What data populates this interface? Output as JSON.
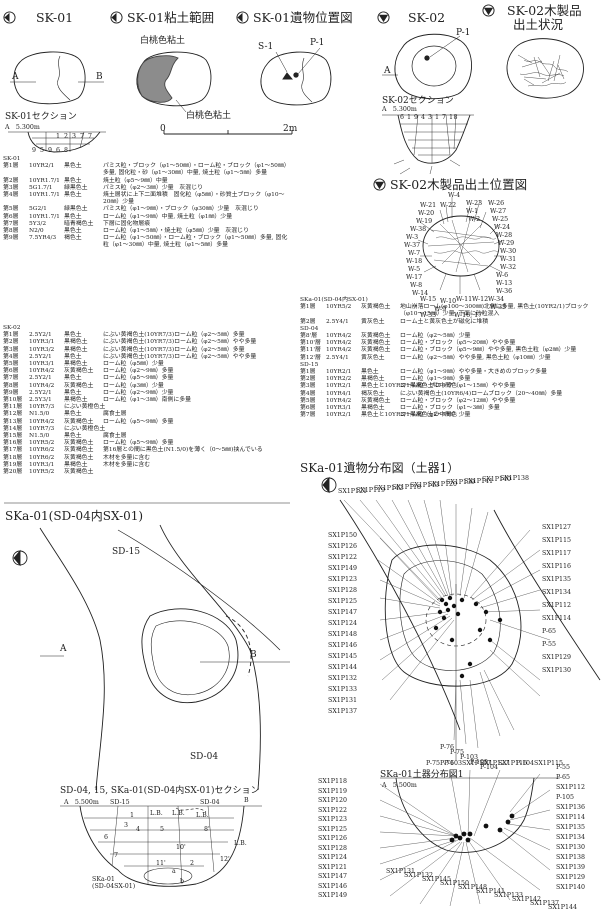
{
  "top": {
    "sk01_title": "SK-01",
    "sk01_clay_title": "SK-01粘土範囲",
    "sk01_artifact_title": "SK-01遺物位置図",
    "sk02_title": "SK-02",
    "sk02_wood_title_1": "SK-02木製品",
    "sk02_wood_title_2": "出土状況",
    "clay_label_top": "白桃色粘土",
    "clay_label_bottom": "白桃色粘土",
    "sk01_section_title": "SK-01セクション",
    "sk01_section_level": "A　5.300m",
    "sk02_section_title": "SK-02セクション",
    "sk02_section_level": "A　5.300m",
    "label_A": "A",
    "label_B": "B",
    "label_S1": "S-1",
    "label_P1": "P-1",
    "label_P1_sk02": "P-1",
    "scale_0": "0",
    "scale_2m": "2m",
    "sk02_wood_pos_title": "SK-02木製品出土位置図"
  },
  "sk01_section_numbers": "1  2  3 7 7",
  "sk01_section_numbers_2": "9  5  9  6  8",
  "sk02_section_numbers": "6  1 9 4  3  1  7 18",
  "sk01_table": {
    "heading": "SK-01",
    "rows": [
      [
        "第1層",
        "10YR2/1",
        "黒色土",
        "パミス粒・ブロック（φ1〜50㎜）・ローム粒・ブロック（φ1〜50㎜）多量, 固化粒・砂（φ1〜30㎜）中量, 焼土粒（φ1〜5㎜）多量"
      ],
      [
        "第2層",
        "10YR1.7/1",
        "黒色土",
        "焼土粒（φ5〜9㎜）中量"
      ],
      [
        "第3層",
        "5G1.7/1",
        "緑黒色土",
        "パミス粒（φ2〜3㎜）少量　灰混じり"
      ],
      [
        "第4層",
        "10YR1.7/1",
        "黒色土",
        "焼土層状に上下二面堆積　固化粒（φ5㎜）・砂質土ブロック（φ10〜20㎜）少量"
      ],
      [
        "第5層",
        "5G2/1",
        "緑黒色土",
        "パミス粒（φ1〜9㎜）・ブロック（φ30㎜）少量　灰混じり"
      ],
      [
        "第6層",
        "10YR1.7/1",
        "黒色土",
        "ローム粒（φ1〜9㎜）中量, 焼土粒（φ1㎜）少量"
      ],
      [
        "第7層",
        "5Y3/2",
        "暗青褐色土",
        "下層に固化物層痕"
      ],
      [
        "第8層",
        "N2/0",
        "黒色土",
        "ローム粒（φ1〜5㎜）・焼土粒（φ5㎜）少量　灰混じり"
      ],
      [
        "第9層",
        "7.5YR4/3",
        "褐色土",
        "ローム粒（φ1〜50㎜）・ローム粒・ブロック（φ1〜50㎜）多量, 固化粒（φ1〜30㎜）中量, 焼土粒（φ1〜5㎜）多量"
      ]
    ]
  },
  "sk02_table": {
    "heading": "SK-02",
    "rows": [
      [
        "第1層",
        "2.5Y2/1",
        "黒色土",
        "にぶい黄褐色土(10YR7/3)ローム粒（φ2〜5㎜）多量"
      ],
      [
        "第2層",
        "10YR3/1",
        "黒褐色土",
        "にぶい黄褐色土(10YR7/3)ローム粒（φ2〜5㎜）やや多量"
      ],
      [
        "第3層",
        "10YR3/2",
        "黒褐色土",
        "にぶい黄褐色土(10YR7/3)ローム粒（φ2〜5㎜）多量"
      ],
      [
        "第4層",
        "2.5Y2/1",
        "黒色土",
        "にぶい黄褐色土(10YR7/3)ローム粒（φ2〜5㎜）やや多量"
      ],
      [
        "第5層",
        "10YR3/1",
        "黒褐色土",
        "ローム粒（φ5㎜）少量"
      ],
      [
        "第6層",
        "10YR4/2",
        "灰黄褐色土",
        "ローム粒（φ2〜9㎜）多量"
      ],
      [
        "第7層",
        "2.5Y2/1",
        "黒色土",
        "ローム粒（φ5〜9㎜）多量"
      ],
      [
        "第8層",
        "10YR4/2",
        "灰黄褐色土",
        "ローム粒（φ3㎜）少量"
      ],
      [
        "第9層",
        "2.5Y2/1",
        "黒色土",
        "ローム粒（φ2〜9㎜）少量"
      ],
      [
        "第10層",
        "2.5Y3/1",
        "黒褐色土",
        "ローム粒（φ1〜3㎜）南側に多量"
      ],
      [
        "第11層",
        "10YR7/3",
        "にぶい黄橙色土",
        ""
      ],
      [
        "第12層",
        "N1.5/0",
        "黒色土",
        "腐食土層"
      ],
      [
        "第13層",
        "10YR4/2",
        "灰黄褐色土",
        "ローム粒（φ5〜9㎜）多量"
      ],
      [
        "第14層",
        "10YR7/3",
        "にぶい黄橙色土",
        ""
      ],
      [
        "第15層",
        "N1.5/0",
        "黒色土",
        "腐食土層"
      ],
      [
        "第16層",
        "10YR5/2",
        "灰黄褐色土",
        "ローム粒（φ5〜9㎜）多量"
      ],
      [
        "第17層",
        "10YR6/2",
        "灰黄褐色土",
        "第16層との間に黒色土(N1.5/0)を薄く（0〜5㎜)挟んでいる"
      ],
      [
        "第18層",
        "10YR6/2",
        "灰黄褐色土",
        "木材を多量に含む"
      ],
      [
        "第19層",
        "10YR3/1",
        "黒褐色土",
        "木材を多量に含む"
      ],
      [
        "第20層",
        "10YR5/2",
        "灰黄褐色土",
        ""
      ]
    ]
  },
  "right_table": {
    "heading": "SKa-01(SD-04内SX-01)",
    "rows": [
      [
        "第1層",
        "10YR5/2",
        "灰黄褐色土",
        "地山崩落ローム(φ100〜300㎜)北側に多量, 黒色土(10YR2/1)ブロック（φ10〜15㎜）少量, 下面に砂粒混入"
      ],
      [
        "第2層",
        "2.5Y4/1",
        "黄灰色土",
        "ローム土と黄灰色土が磁化に堆積"
      ],
      [
        "SD-04",
        "",
        "",
        ""
      ],
      [
        "第8'層",
        "10YR4/2",
        "灰黄褐色土",
        "ローム粒（φ2〜5㎜）少量"
      ],
      [
        "第10'層",
        "10YR4/2",
        "灰黄褐色土",
        "ローム粒・ブロック（φ5〜20㎜）やや多量"
      ],
      [
        "第11'層",
        "10YR4/2",
        "灰黄褐色土",
        "ローム粒・ブロック（φ5〜9㎜）やや多量, 黒色土粒（φ2㎜）少量"
      ],
      [
        "第12'層",
        "2.5Y4/1",
        "黄灰色土",
        "ローム粒（φ2〜5㎜）やや多量, 黒色土粒（φ10㎜）少量"
      ],
      [
        "SD-15",
        "",
        "",
        ""
      ],
      [
        "第1層",
        "10YR2/1",
        "黒色土",
        "ローム粒（φ1〜9㎜）やや多量・大きめのブロック多量"
      ],
      [
        "第2層",
        "10YR2/2",
        "黒褐色土",
        "ローム粒（φ1〜9㎜）多量"
      ],
      [
        "第3層",
        "10YR2/1",
        "黒色土と10YR3/1黒褐色土の中間色",
        "ローム粒・ブロック（φ1〜15㎜）やや多量"
      ],
      [
        "第4層",
        "10YR4/1",
        "褐灰色土",
        "にぶい黄褐色土(10YR6/4)ロームブロック（20〜40㎜）多量"
      ],
      [
        "第5層",
        "10YR4/2",
        "灰黄褐色土",
        "ローム粒・ブロック（φ2〜12㎜）やや多量"
      ],
      [
        "第6層",
        "10YR3/1",
        "黒褐色土",
        "ローム粒・ブロック（φ1〜3㎜）多量"
      ],
      [
        "第7層",
        "10YR2/1",
        "黒色土と10YR3/1黒褐色土の中間色",
        "ローム粒（φ2〜9㎜）少量"
      ]
    ]
  },
  "ska_dist": {
    "title": "SKa-01遺物分布図（土器1）",
    "subtitle": "SKa-01土器分布図1",
    "level": "A　5.500m",
    "labels_top": [
      "SX1P121",
      "SX1P119",
      "SX1P142",
      "SX1P118",
      "SX1P143",
      "SX1P120",
      "SX1P139",
      "SX1P141",
      "SX1P140",
      "SX1P138"
    ],
    "labels_left": [
      "SX1P150",
      "SX1P126",
      "SX1P122",
      "SX1P149",
      "SX1P123",
      "SX1P128",
      "SX1P125",
      "SX1P147",
      "SX1P124",
      "SX1P148",
      "SX1P146",
      "SX1P145",
      "SX1P144",
      "SX1P132",
      "SX1P133",
      "SX1P131",
      "SX1P137"
    ],
    "labels_right": [
      "SX1P127",
      "SX1P115",
      "SX1P117",
      "SX1P116",
      "SX1P135",
      "SX1P134",
      "SX1P112",
      "SX1P114",
      "P-65",
      "P-55",
      "SX1P129",
      "SX1P130"
    ],
    "labels_bottom": [
      "P-76",
      "P-75",
      "P-103",
      "P-105",
      "P-104"
    ],
    "sec_labels_top": [
      "P-75P-76",
      "P-103",
      "SX1P117",
      "SX1P127",
      "SX1P116",
      "P-104",
      "SX1P115"
    ],
    "sec_labels_left": [
      "SX1P118",
      "SX1P119",
      "SX1P120",
      "SX1P122",
      "SX1P123",
      "SX1P125",
      "SX1P126",
      "SX1P128",
      "SX1P124",
      "SX1P121",
      "SX1P147",
      "SX1P146",
      "SX1P149"
    ],
    "sec_labels_right": [
      "P-55",
      "P-65",
      "SX1P112",
      "P-105",
      "SX1P136",
      "SX1P114",
      "SX1P135",
      "SX1P134",
      "SX1P130",
      "SX1P138",
      "SX1P139",
      "SX1P129",
      "SX1P140"
    ],
    "sec_labels_bottom": [
      "SX1P131",
      "SX1P132",
      "SX1P145",
      "SX1P150",
      "SX1P148",
      "SX1P141",
      "SX1P133",
      "SX1P142",
      "SX1P137",
      "SX1P144"
    ]
  },
  "bottom_left": {
    "title": "SKa-01(SD-04内SX-01)",
    "sd15": "SD-15",
    "sd04": "SD-04",
    "label_A": "A",
    "label_B": "B",
    "section_title": "SD-04, 15, SKa-01(SD-04内SX-01)セクション",
    "section_level": "A　5.500m",
    "sec_sd15": "SD-15",
    "sec_sd04": "SD-04",
    "sec_b": "B",
    "sec_ska": "SKa-01",
    "sec_ska2": "(SD-04SX-01)",
    "sec_nums": [
      "1",
      "L.B.",
      "L.B.",
      "3",
      "4",
      "5",
      "6",
      "8'",
      "10'",
      "7",
      "11'",
      "12'",
      "L.B.",
      "L.B.",
      "2",
      "a",
      "b"
    ]
  },
  "wood_labels": [
    "W-4",
    "W-23",
    "W-26",
    "W-21",
    "W-22",
    "W-1",
    "W-27",
    "W-20",
    "W-2",
    "W-25",
    "W-19",
    "W-24",
    "W-38",
    "W-28",
    "W-3",
    "W-29",
    "W-37",
    "W-7",
    "W-30",
    "W-18",
    "W-5",
    "W-31",
    "W-17",
    "W-32",
    "W-8",
    "W-6",
    "W-13",
    "W-14",
    "W-36",
    "W-15",
    "W-10",
    "W-34",
    "W-11",
    "W-12",
    "W-9",
    "W-35",
    "W-33",
    "W-16, 17"
  ],
  "colors": {
    "ink": "#222222",
    "clay": "#8c8c8c",
    "dark": "#111111"
  }
}
